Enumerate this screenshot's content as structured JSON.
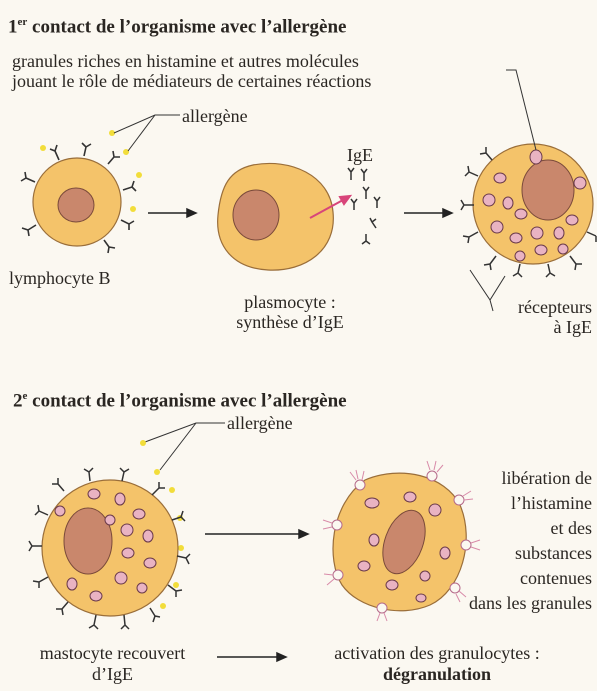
{
  "section1": {
    "title_num": "1",
    "title_sup": "er",
    "title_rest": " contact de l’organisme avec l’allergène",
    "granules_line1": "granules riches en histamine et autres molécules",
    "granules_line2": "jouant le rôle de médiateurs de certaines réactions",
    "allergene": "allergène",
    "ige": "IgE",
    "lymphocyte": "lymphocyte B",
    "plasmocyte_line1": "plasmocyte :",
    "plasmocyte_line2": "synthèse d’IgE",
    "recepteurs_line1": "récepteurs",
    "recepteurs_line2": "à IgE"
  },
  "section2": {
    "title_num": "2",
    "title_sup": "e",
    "title_rest": " contact de l’organisme avec l’allergène",
    "allergene": "allergène",
    "liberation_lines": [
      "libération de",
      "l’histamine",
      "et des",
      "substances",
      "contenues",
      "dans les granules"
    ],
    "mastocyte_line1": "mastocyte recouvert",
    "mastocyte_line2": "d’IgE",
    "activation_line1": "activation des granulocytes :",
    "activation_line2": "dégranulation"
  },
  "colors": {
    "cell_fill": "#f4c36a",
    "nucleus_fill": "#c9876c",
    "granule_fill": "#e9b3c2",
    "allergen": "#f2dd3a",
    "arrow_pink": "#d8457a",
    "line": "#333333"
  }
}
